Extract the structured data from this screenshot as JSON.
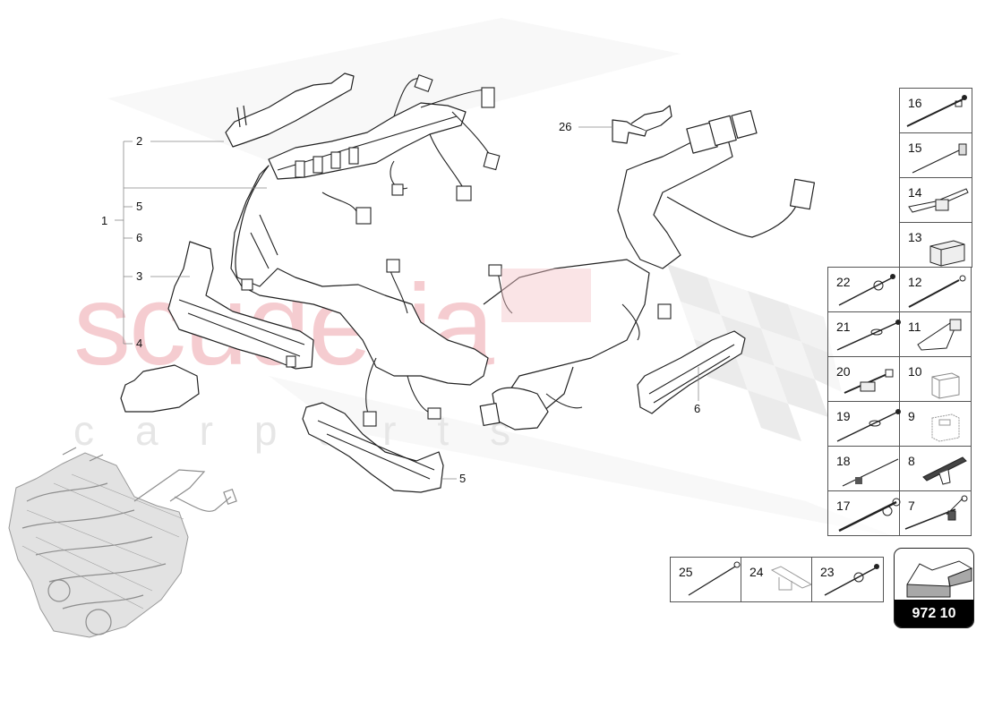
{
  "watermark": {
    "main": "scuderia",
    "sub": "carparts",
    "color_main": "#f4c7cb",
    "color_sub": "#e6e6e6"
  },
  "diagram": {
    "group_label": "1",
    "callouts": [
      {
        "id": "2",
        "label": "2"
      },
      {
        "id": "5a",
        "label": "5"
      },
      {
        "id": "6a",
        "label": "6"
      },
      {
        "id": "3",
        "label": "3"
      },
      {
        "id": "4",
        "label": "4"
      },
      {
        "id": "26",
        "label": "26"
      },
      {
        "id": "6b",
        "label": "6"
      },
      {
        "id": "5b",
        "label": "5"
      }
    ]
  },
  "parts_grid": {
    "right_column": [
      {
        "label": "16",
        "icon": "cable-tie-clip-icon"
      },
      {
        "label": "15",
        "icon": "cable-tie-bracket-icon"
      },
      {
        "label": "14",
        "icon": "cable-tie-holder-icon"
      },
      {
        "label": "13",
        "icon": "connector-housing-icon"
      },
      {
        "label": "12",
        "icon": "cable-tie-icon"
      },
      {
        "label": "11",
        "icon": "cable-clamp-icon"
      },
      {
        "label": "10",
        "icon": "connector-block-icon"
      },
      {
        "label": "9",
        "icon": "connector-cover-icon"
      },
      {
        "label": "8",
        "icon": "fir-tree-clip-icon"
      },
      {
        "label": "7",
        "icon": "cable-tie-clip-icon"
      }
    ],
    "left_column": [
      {
        "label": "22",
        "icon": "cable-tie-anchor-icon"
      },
      {
        "label": "21",
        "icon": "cable-tie-anchor-icon"
      },
      {
        "label": "20",
        "icon": "cable-tie-holder-icon"
      },
      {
        "label": "19",
        "icon": "cable-tie-anchor-icon"
      },
      {
        "label": "18",
        "icon": "cable-tie-clip-icon"
      },
      {
        "label": "17",
        "icon": "cable-tie-clip-icon"
      }
    ],
    "bottom_row": [
      {
        "label": "25",
        "icon": "cable-tie-icon"
      },
      {
        "label": "24",
        "icon": "bracket-plate-icon"
      },
      {
        "label": "23",
        "icon": "cable-tie-anchor-icon"
      }
    ]
  },
  "badge": {
    "code": "972 10",
    "icon": "arrow-block-icon"
  }
}
